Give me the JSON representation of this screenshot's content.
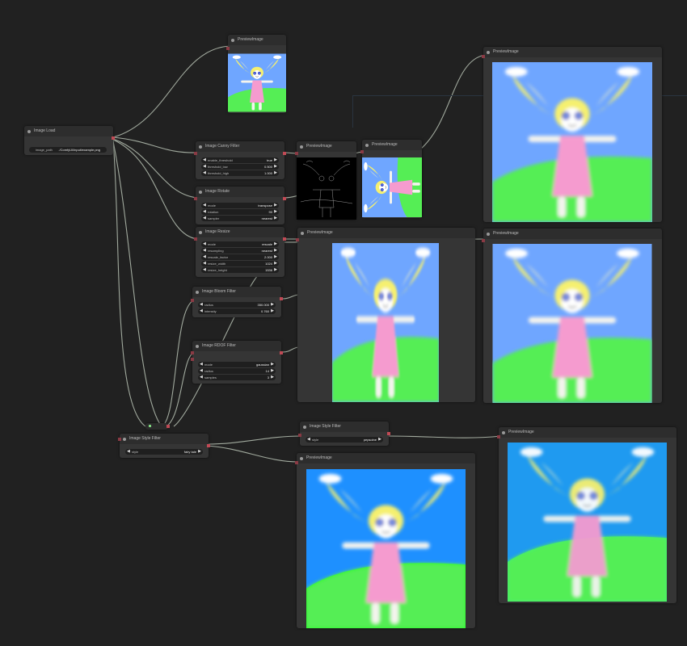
{
  "nodes": {
    "image_load": {
      "title": "Image Load",
      "widget": {
        "label": "image_path",
        "value": "./ComfyUI/input/example.png"
      }
    },
    "canny": {
      "title": "Image Canny Filter",
      "widgets": [
        {
          "label": "enable_threshold",
          "value": "true"
        },
        {
          "label": "threshold_low",
          "value": "0.500"
        },
        {
          "label": "threshold_high",
          "value": "1.000"
        }
      ]
    },
    "rotate": {
      "title": "Image Rotate",
      "widgets": [
        {
          "label": "mode",
          "value": "transpose"
        },
        {
          "label": "rotation",
          "value": "90"
        },
        {
          "label": "sampler",
          "value": "nearest"
        }
      ]
    },
    "resize": {
      "title": "Image Resize",
      "widgets": [
        {
          "label": "mode",
          "value": "rescale"
        },
        {
          "label": "resampling",
          "value": "nearest"
        },
        {
          "label": "rescale_factor",
          "value": "2.000"
        },
        {
          "label": "resize_width",
          "value": "1024"
        },
        {
          "label": "resize_height",
          "value": "1536"
        }
      ]
    },
    "bloom": {
      "title": "Image Bloom Filter",
      "widgets": [
        {
          "label": "radius",
          "value": "350.000"
        },
        {
          "label": "intensity",
          "value": "0.760"
        }
      ]
    },
    "rdof": {
      "title": "Image RDOF Filter",
      "widgets": [
        {
          "label": "mode",
          "value": "gaussian"
        },
        {
          "label": "radius",
          "value": "14"
        },
        {
          "label": "samples",
          "value": "3"
        }
      ]
    },
    "style1": {
      "title": "Image Style Filter",
      "widget": {
        "label": "style",
        "value": "fairy tale"
      }
    },
    "style2": {
      "title": "Image Style Filter",
      "widget": {
        "label": "style",
        "value": "pepsoine"
      }
    },
    "preview_title": "PreviewImage"
  },
  "colors": {
    "background": "#212121",
    "node_body": "#353535",
    "node_title": "#2d2d2d",
    "link": "#b8c2b4",
    "output_port": "#c04a55"
  }
}
